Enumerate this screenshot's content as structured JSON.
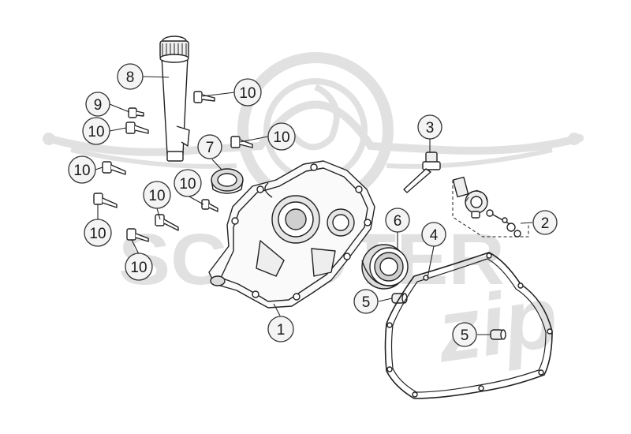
{
  "watermark": {
    "brand": "SCOOTER",
    "suffix": "zip",
    "color": "#c9c9c9"
  },
  "colors": {
    "line": "#222222",
    "circle_fill": "#f2f2f2",
    "part_fill": "#ffffff",
    "part_shade": "#d6d6d6"
  },
  "callouts": [
    {
      "id": "c-8",
      "label": "8"
    },
    {
      "id": "c-9",
      "label": "9"
    },
    {
      "id": "c-10a",
      "label": "10"
    },
    {
      "id": "c-10b",
      "label": "10"
    },
    {
      "id": "c-10c",
      "label": "10"
    },
    {
      "id": "c-10d",
      "label": "10"
    },
    {
      "id": "c-10e",
      "label": "10"
    },
    {
      "id": "c-10f",
      "label": "10"
    },
    {
      "id": "c-10g",
      "label": "10"
    },
    {
      "id": "c-10h",
      "label": "10"
    },
    {
      "id": "c-7",
      "label": "7"
    },
    {
      "id": "c-3",
      "label": "3"
    },
    {
      "id": "c-2",
      "label": "2"
    },
    {
      "id": "c-6",
      "label": "6"
    },
    {
      "id": "c-4",
      "label": "4"
    },
    {
      "id": "c-5a",
      "label": "5"
    },
    {
      "id": "c-5b",
      "label": "5"
    },
    {
      "id": "c-1",
      "label": "1"
    }
  ]
}
